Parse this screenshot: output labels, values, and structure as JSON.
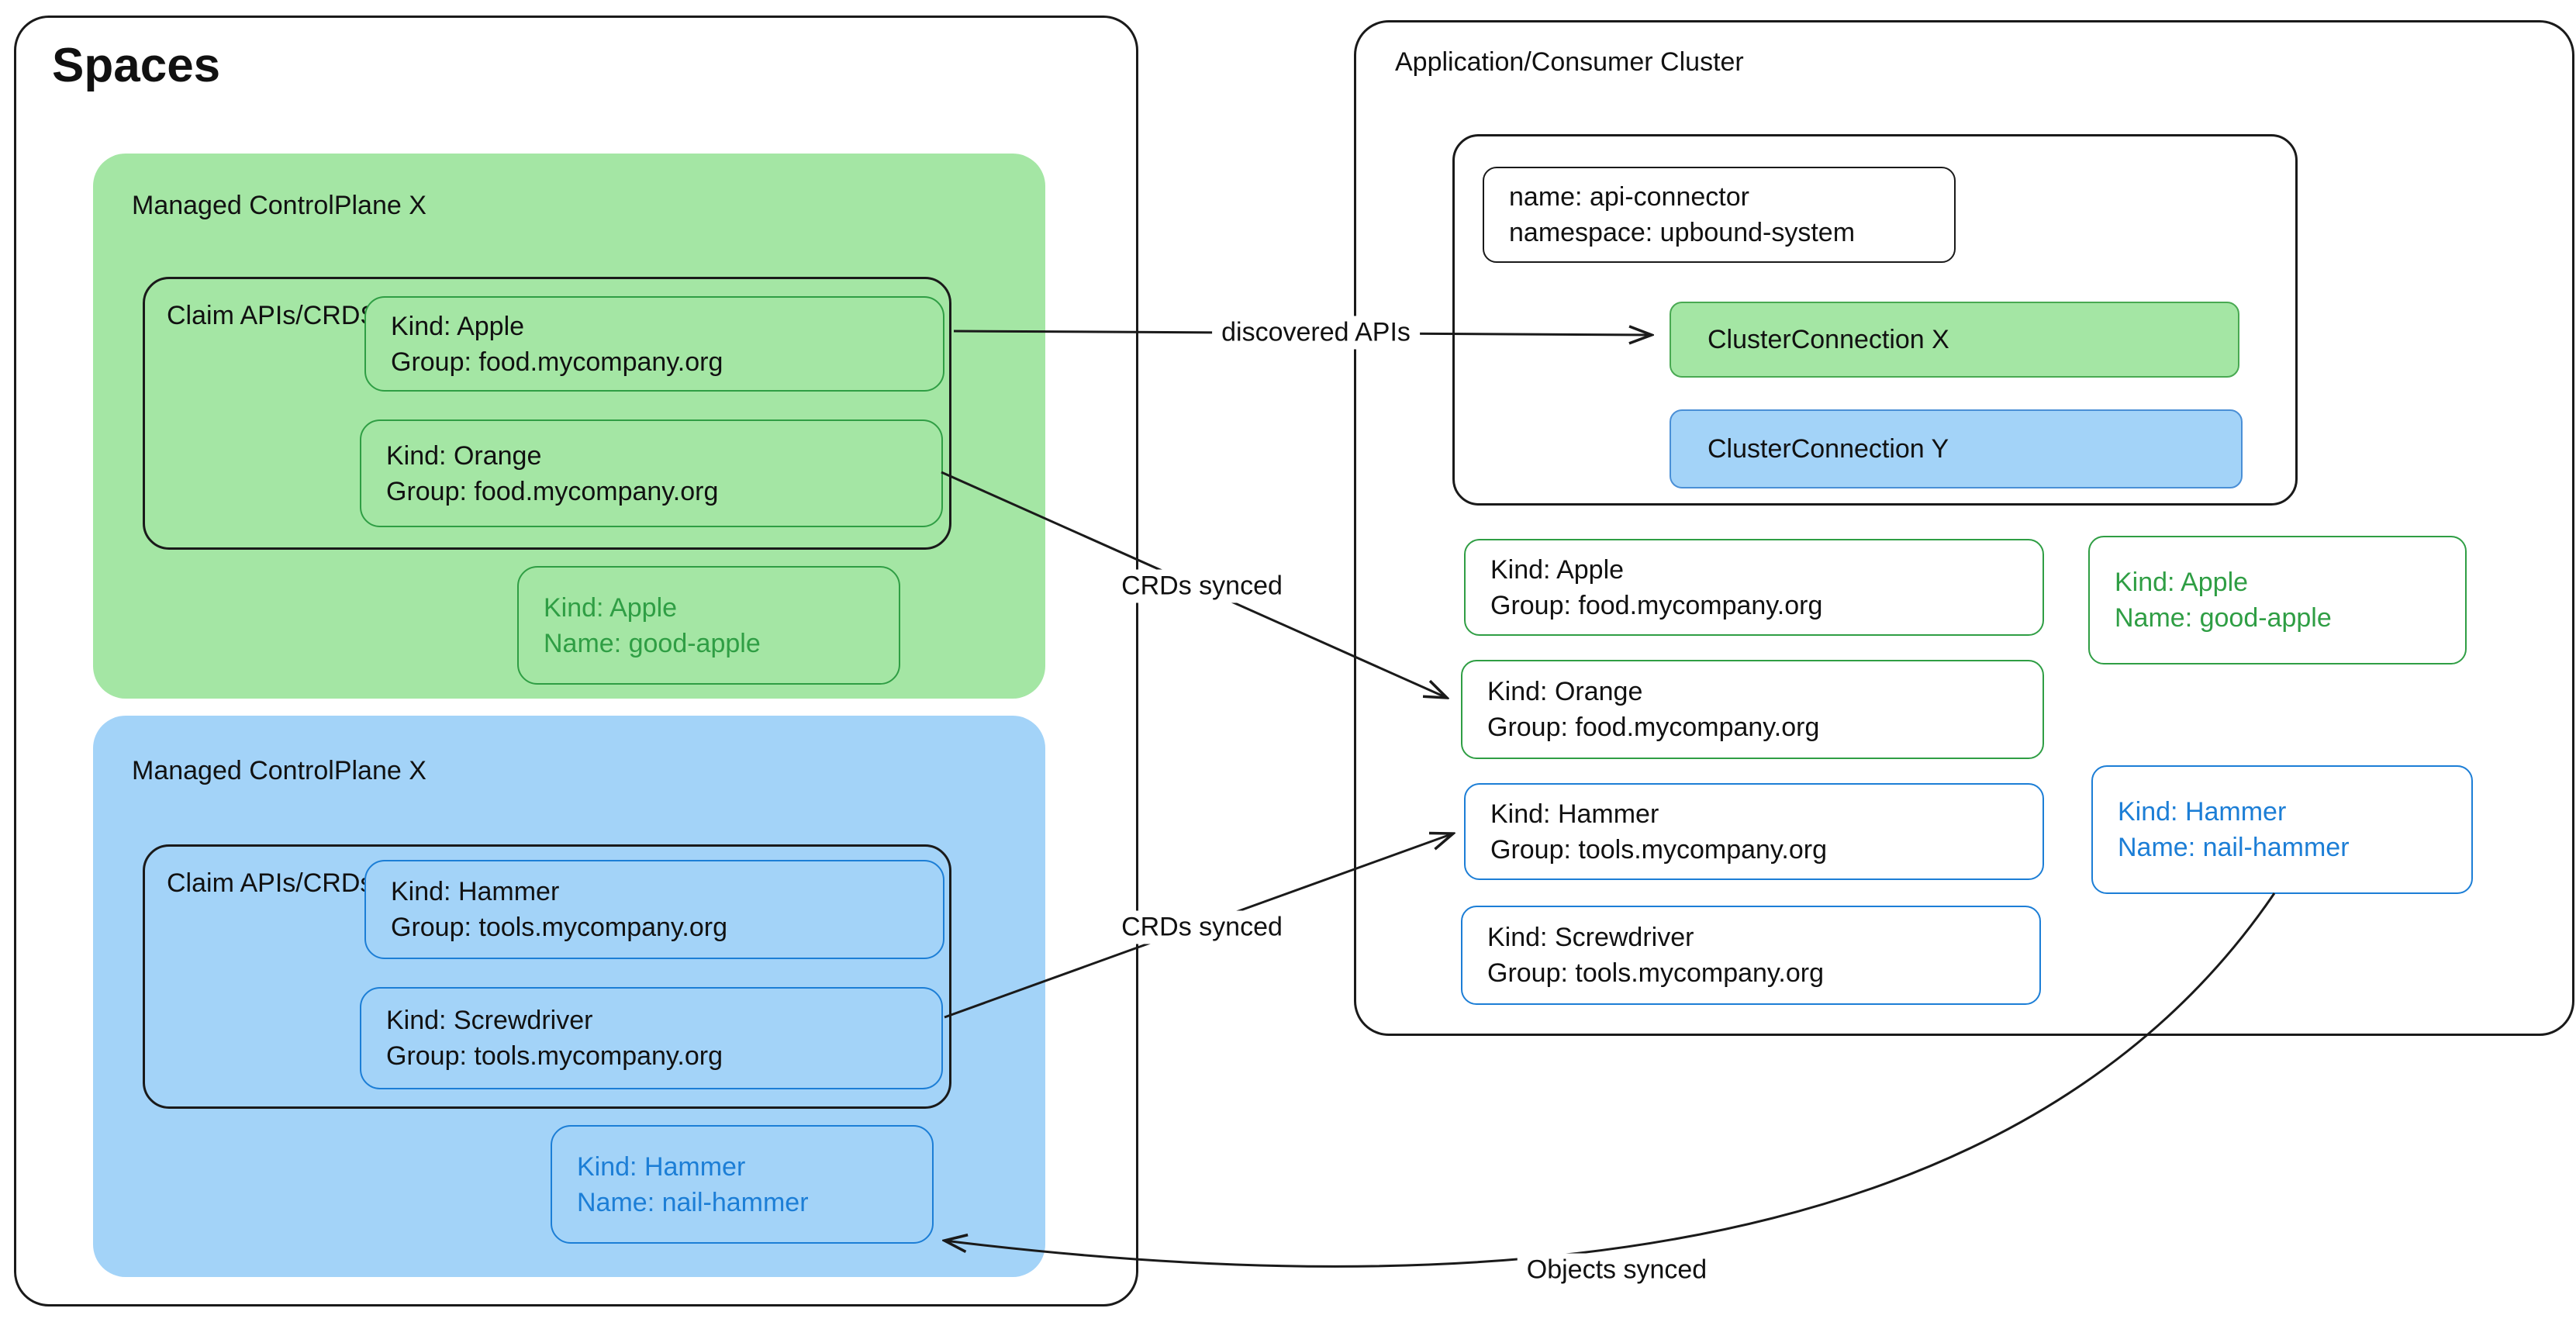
{
  "colors": {
    "green_fill": "#a4e6a4",
    "green_accent": "#2f9e44",
    "blue_fill": "#a3d3f8",
    "blue_accent": "#1c7ed6",
    "line": "#1a1a1a"
  },
  "spaces": {
    "title": "Spaces",
    "green_cp": {
      "label": "Managed ControlPlane X",
      "claim_title_1": "Claim",
      "claim_title_2": "APIs/CRDS",
      "apple": {
        "l1": "Kind: Apple",
        "l2": "Group: food.mycompany.org"
      },
      "orange": {
        "l1": "Kind: Orange",
        "l2": "Group: food.mycompany.org"
      },
      "object": {
        "l1": "Kind: Apple",
        "l2": "Name: good-apple"
      }
    },
    "blue_cp": {
      "label": "Managed ControlPlane X",
      "claim_title_1": "Claim",
      "claim_title_2": "APIs/CRDs",
      "hammer": {
        "l1": "Kind: Hammer",
        "l2": "Group: tools.mycompany.org"
      },
      "screwdriver": {
        "l1": "Kind: Screwdriver",
        "l2": "Group: tools.mycompany.org"
      },
      "object": {
        "l1": "Kind: Hammer",
        "l2": "Name: nail-hammer"
      }
    }
  },
  "cluster": {
    "title": "Application/Consumer Cluster",
    "connector": {
      "l1": "name: api-connector",
      "l2": "namespace: upbound-system"
    },
    "connection_x": "ClusterConnection X",
    "connection_y": "ClusterConnection Y",
    "apple_crd": {
      "l1": "Kind: Apple",
      "l2": "Group: food.mycompany.org"
    },
    "orange_crd": {
      "l1": "Kind: Orange",
      "l2": "Group: food.mycompany.org"
    },
    "hammer_crd": {
      "l1": "Kind: Hammer",
      "l2": "Group: tools.mycompany.org"
    },
    "screwdriver_crd": {
      "l1": "Kind: Screwdriver",
      "l2": "Group: tools.mycompany.org"
    },
    "apple_object": {
      "l1": "Kind: Apple",
      "l2": "Name: good-apple"
    },
    "hammer_object": {
      "l1": "Kind: Hammer",
      "l2": "Name: nail-hammer"
    }
  },
  "labels": {
    "discovered_apis": "discovered APIs",
    "crds_synced_top": "CRDs synced",
    "crds_synced_bottom": "CRDs synced",
    "objects_synced": "Objects synced"
  }
}
